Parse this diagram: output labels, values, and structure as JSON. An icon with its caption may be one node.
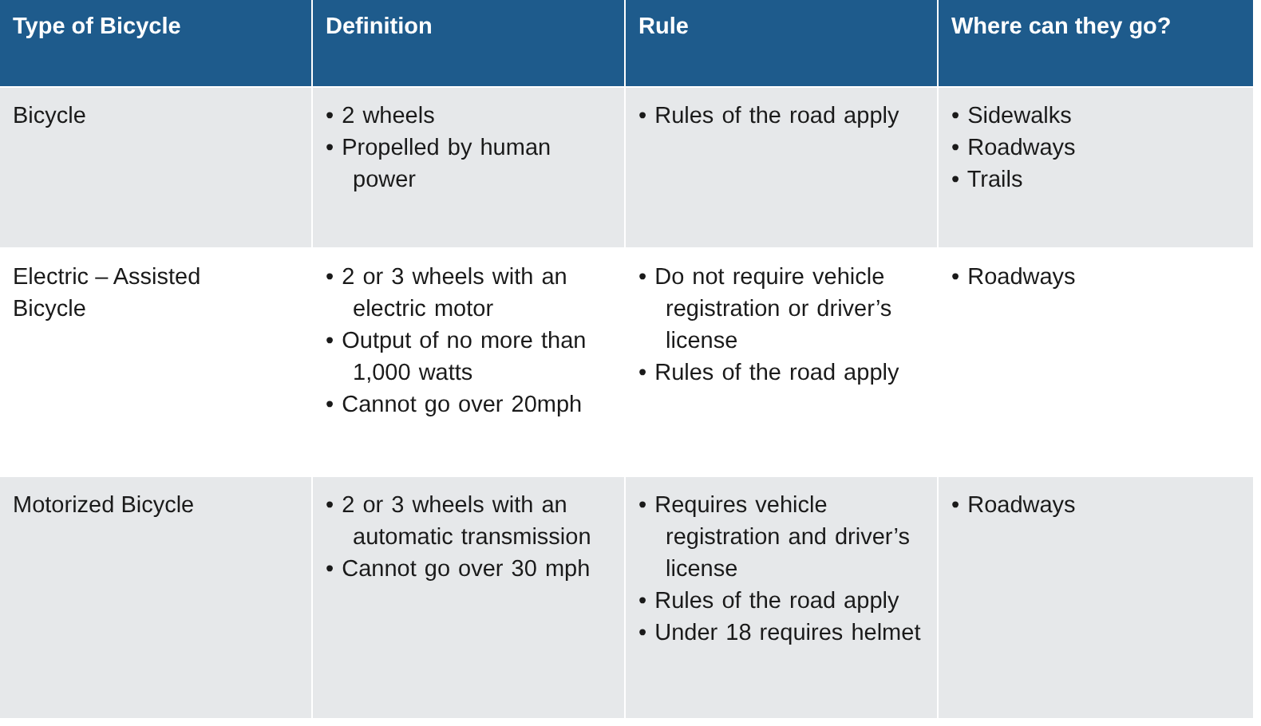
{
  "diagram": {
    "labels": [
      "Type of Bicycle",
      "Definition",
      "Rule",
      "Where can they go?",
      "Bicycle",
      "• 2 wheels",
      "• Propelled by human power",
      "• Rules of the road apply",
      "• Sidewalks",
      "• Roadways",
      "• Trails",
      "Electric – Assisted Bicycle",
      "• 2 or 3 wheels with an electric motor",
      "• Output of no more than 1,000 watts",
      "• Cannot go over 20mph",
      "• Do not require vehicle registration or driver’s license",
      "• Rules of the road apply",
      "• Roadways",
      "Motorized Bicycle",
      "• 2 or 3 wheels with an automatic transmission",
      "• Cannot go over 30 mph",
      "• Requires vehicle registration and driver’s license",
      "• Rules of the road apply",
      "• Under 18 requires helmet",
      "• Roadways"
    ]
  }
}
